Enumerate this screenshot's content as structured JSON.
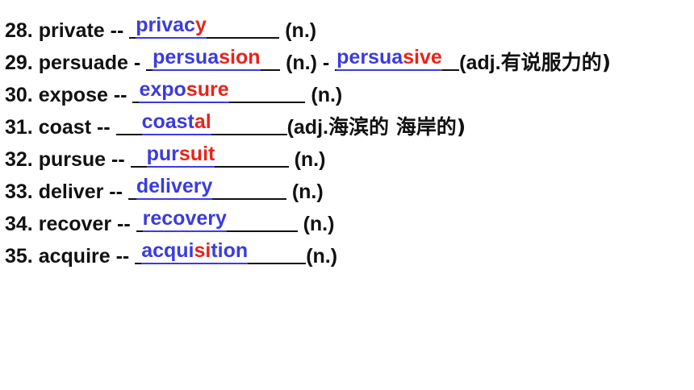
{
  "items": [
    {
      "num": "28.",
      "word": "private --",
      "ans_blue": "privac",
      "ans_red": "y",
      "after": "(n.)"
    },
    {
      "num": "29.",
      "word": "persuade -",
      "ans_blue": "persua",
      "ans_red": "sion",
      "mid": "(n.) -",
      "ans2_blue": "persua",
      "ans2_red": "sive",
      "after": "(adj.",
      "after_cjk": "有说服力的)"
    },
    {
      "num": "30.",
      "word": "expose --",
      "ans_blue": "expo",
      "ans_red": "sure",
      "after": "(n.)"
    },
    {
      "num": "31.",
      "word": "coast --",
      "ans_blue": "coast",
      "ans_red": "al",
      "after": "(adj.",
      "after_cjk": "海滨的  海岸的)"
    },
    {
      "num": "32.",
      "word": "pursue --",
      "ans_blue": "pur",
      "ans_red": "suit",
      "after": "(n.)"
    },
    {
      "num": "33.",
      "word": "deliver --",
      "ans_blue": "delivery",
      "ans_red": "",
      "after": "(n.)"
    },
    {
      "num": "34.",
      "word": "recover --",
      "ans_blue": "recovery",
      "ans_red": "",
      "after": "(n.)"
    },
    {
      "num": "35.",
      "word": "acquire --",
      "ans_blue": "acqui",
      "ans_red": "si",
      "ans_blue2": "tion",
      "after": "(n.)"
    }
  ]
}
